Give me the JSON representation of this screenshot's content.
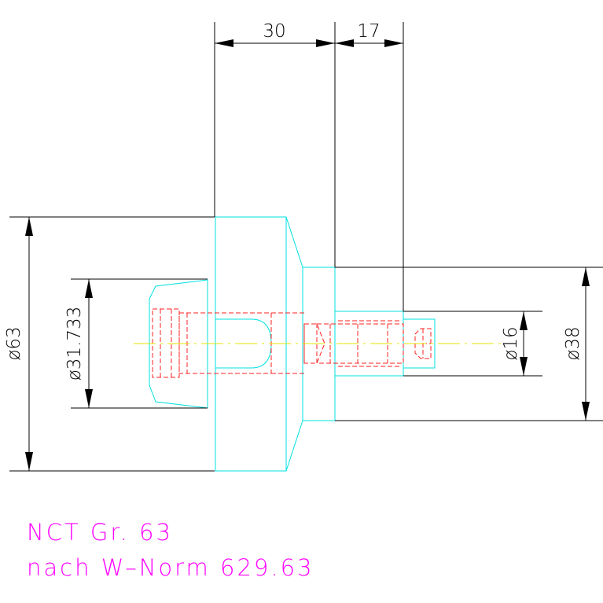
{
  "colors": {
    "background": "#ffffff",
    "dimension": "#000000",
    "body_outline": "#00e0e0",
    "hidden_lines": "#ff2020",
    "center_line": "#e6e600",
    "title_text": "#ff00ff"
  },
  "dimensions": {
    "length_1": "30",
    "length_2": "17",
    "dia_63": "ø63",
    "dia_31733": "ø31.733",
    "dia_16": "ø16",
    "dia_38": "ø38"
  },
  "title": {
    "line1": "NCT Gr. 63",
    "line2": "nach W–Norm 629.63"
  }
}
